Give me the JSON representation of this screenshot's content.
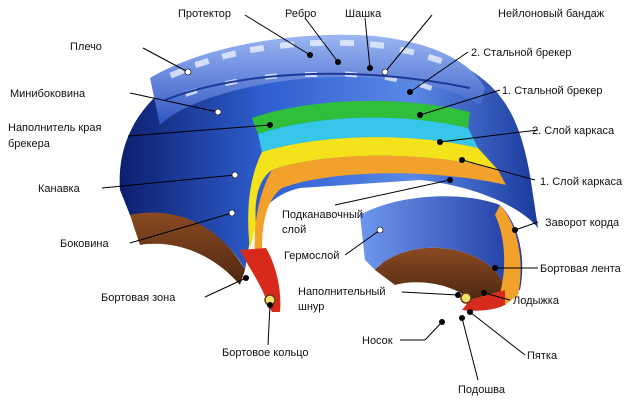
{
  "diagram": {
    "labels": {
      "protector": "Протектор",
      "rib": "Ребро",
      "block": "Шашка",
      "nylon_band": "Нейлоновый бандаж",
      "shoulder": "Плечо",
      "steel_breaker_2": "2. Стальной брекер",
      "mini_sidewall": "Минибоковина",
      "steel_breaker_1": "1. Стальной брекер",
      "breaker_edge_filler_1": "Наполнитель края",
      "breaker_edge_filler_2": "брекера",
      "carcass_ply_2": "2. Слой каркаса",
      "groove": "Канавка",
      "carcass_ply_1": "1. Слой каркаса",
      "subgroove_1": "Подканавочный",
      "subgroove_2": "слой",
      "ply_turnup": "Заворот корда",
      "sidewall": "Боковина",
      "inner_liner": "Гермослой",
      "bead_tape": "Бортовая лента",
      "bead_zone": "Бортовая зона",
      "apex_1": "Наполнительный",
      "apex_2": "шнур",
      "bead_ankle": "Лодыжка",
      "toe": "Носок",
      "heel": "Пятка",
      "bead_ring": "Бортовое кольцо",
      "sole": "Подошва"
    },
    "colors": {
      "tire_blue": "#2f5fd0",
      "tire_dark": "#0c1f6e",
      "brown": "#6b3a1a",
      "yellow": "#f4e21a",
      "orange": "#f2a12a",
      "cyan": "#36c6ea",
      "green": "#2fbf3a",
      "red": "#d82a1a"
    }
  }
}
